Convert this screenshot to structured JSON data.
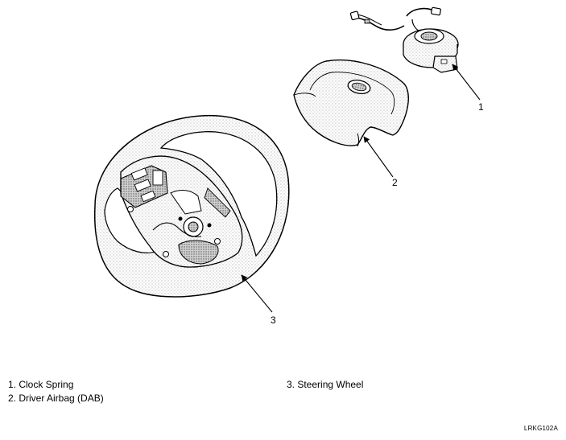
{
  "callouts": {
    "c1": "1",
    "c2": "2",
    "c3": "3"
  },
  "legend": {
    "item1": "1. Clock Spring",
    "item2": "2. Driver Airbag (DAB)",
    "item3": "3. Steering Wheel"
  },
  "figure_code": "LRKG102A",
  "diagram_parts": [
    "clock-spring",
    "driver-airbag",
    "steering-wheel"
  ],
  "colors": {
    "ink": "#000000",
    "shade": "#6b6b6b",
    "light": "#cfcfcf",
    "background": "#ffffff"
  }
}
